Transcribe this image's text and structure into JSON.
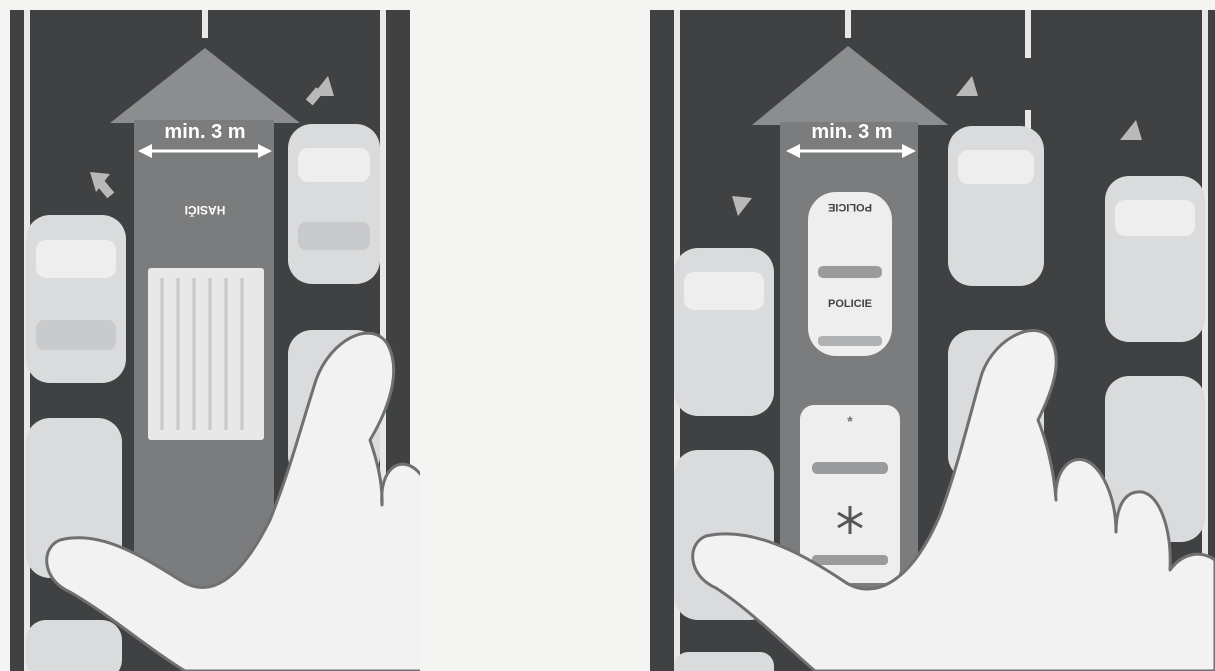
{
  "colors": {
    "road": "#3f4142",
    "lane_marking": "#e8e8e8",
    "arrow": "#8c8d8f",
    "corridor": "#7a7c7e",
    "car_body": "#dadbdc",
    "car_light": "#eeeeee",
    "truck_bed": "#e8e8e8",
    "hand": "#f2f2f2",
    "hand_outline": "#6f7072",
    "page_bg": "#f4f4f2"
  },
  "panel_left": {
    "width_label": "min. 3 m",
    "vehicle_label": "HASIČI"
  },
  "panel_right": {
    "width_label": "min. 3 m",
    "police_rear_label": "POLICIE",
    "police_label": "POLICIE",
    "ambulance_symbol": "*"
  },
  "icons": [
    "arrow-up-icon",
    "diagonal-arrow-icon",
    "hand-icon",
    "star-of-life-icon"
  ]
}
